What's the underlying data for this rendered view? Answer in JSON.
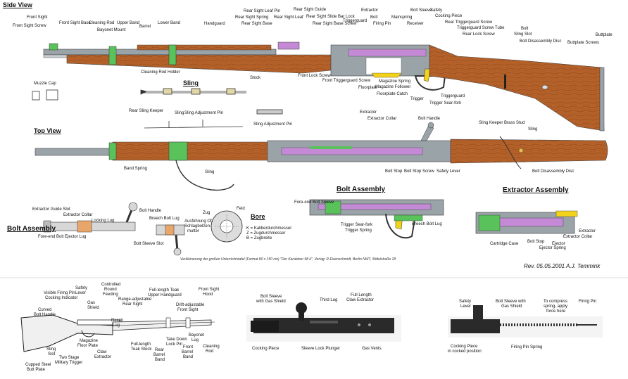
{
  "headings": {
    "side_view": "Side View",
    "top_view": "Top View",
    "sling": "Sling",
    "bolt_assembly_left": "Bolt Assembly",
    "bolt_assembly_center": "Bolt Assembly",
    "extractor_assembly": "Extractor Assembly",
    "bore": "Bore"
  },
  "side_labels": {
    "front_sight": "Front Sight",
    "front_sight_screw": "Front Sight Screw",
    "front_sight_base": "Front Sight Base",
    "cleaning_rod": "Cleaning Rod",
    "upper_band": "Upper Band",
    "bayonet_mount": "Bayonet Mount",
    "barrel": "Barrel",
    "lower_band": "Lower Band",
    "handguard": "Handguard",
    "rear_sight_leaf_pin": "Rear Sight Leaf Pin",
    "rear_sight_guide": "Rear Sight Guide",
    "rear_sight_spring": "Rear Sight Spring",
    "rear_sight_leaf": "Rear Sight Leaf",
    "rear_sight_slide_bar_lock": "Rear Sight Slide Bar Lock",
    "rear_sight_base": "Rear Sight Base",
    "rear_sight_base_screw": "Rear Sight Base Screw",
    "extractor": "Extractor",
    "bolt_sleeve": "Bolt Sleeve",
    "safety": "Safety",
    "cocking_piece": "Cocking Piece",
    "triggerguard": "Triggerguard",
    "bolt": "Bolt",
    "mainspring": "Mainspring",
    "firing_pin": "Firing Pin",
    "receiver": "Receiver",
    "rear_triggerguard_screw": "Rear Triggerguard Screw",
    "triggerguard_screw_tube": "Triggerguard Screw Tube",
    "rear_lock_screw": "Rear Lock Screw",
    "bolt_top": "Bolt",
    "sling_slot": "Sling Slot",
    "bolt_disassembly_disc": "Bolt Disassembly Disc",
    "buttplate": "Buttplate",
    "buttplate_screws": "Buttplate Screws",
    "cleaning_rod_holder": "Cleaning Rod Holder",
    "stock": "Stock",
    "front_lock_screw": "Front Lock Screw",
    "front_triggerguard_screw": "Front Triggerguard Screw",
    "magazine_spring": "Magazine Spring",
    "magazine_follower": "Magazine Follower",
    "floorplate": "Floorplate",
    "floorplate_catch": "Floorplate Catch",
    "trigger": "Trigger",
    "triggerguard_low": "Triggerguard",
    "trigger_sear_fork": "Trigger Sear-fork",
    "muzzle_cap": "Muzzle Cap"
  },
  "sling_labels": {
    "rear_sling_keeper": "Rear Sling Keeper",
    "sling": "Sling",
    "sling_adjustment_pin": "Sling Adjustment Pin",
    "sling_adjustment_pin2": "Sling Adjustment Pin"
  },
  "top_labels": {
    "extractor": "Extractor",
    "extractor_collar": "Extractor Collar",
    "bolt_handle": "Bolt Handle",
    "sling_keeper": "Sling Keeper",
    "brass_stud": "Brass Stud",
    "sling_right": "Sling",
    "band_spring": "Band Spring",
    "sling": "Sling",
    "bolt_stop": "Bolt Stop",
    "bolt_stop_screw": "Bolt Stop Screw",
    "safety_lever": "Safety Lever",
    "bolt_disassembly_disc": "Bolt Disassembly Disc"
  },
  "bolt_left": {
    "extractor_guide_slot": "Extractor Guide Slot",
    "extractor_collar": "Extractor Collar",
    "locking_lug": "Locking Lug",
    "bolt_handle": "Bolt Handle",
    "breech_bolt_lug": "Breech Bolt Lug",
    "fore_end_bolt_ejector_lug": "Fore-end Bolt Ejector Lug",
    "bolt_sleeve_slot": "Bolt Sleeve Slot"
  },
  "bore_labels": {
    "zug": "Zug",
    "feld": "Feld",
    "ausfuhrung": "Ausführung Of.",
    "schlagbolzen": "Schlagbolzen-",
    "mutter": "mutter",
    "k_line": "K = Kaliberdurchmesser",
    "z_line": "Z = Zugdurchmesser",
    "b_line": "B = Zugbreite"
  },
  "bolt_center": {
    "fore_end_bolt_sleeve": "Fore-end Bolt Sleeve",
    "trigger_sear_fork": "Trigger Sear-fork",
    "trigger_spring": "Trigger Spring",
    "breech_bolt_lug": "Breech Bolt Lug"
  },
  "extractor_labels": {
    "cartridge_case": "Cartridge Case",
    "bolt_stop": "Bolt Stop",
    "extractor": "Extractor",
    "extractor_collar": "Extractor Collar",
    "ejector": "Ejector",
    "ejector_spring": "Ejector Spring"
  },
  "notes": {
    "source": "Verkleinerung der großen Unterrichtstafel (Format 80 x 150 cm) \"Der Karabiner 98 k\",     Verlag: R.Eisenschmidt, Berlin NW7, Mittelstraße 18",
    "revision": "Rev. 05.05.2001 A.J. Temmink"
  },
  "small_rifle_labels": {
    "visible_firing_pin": "Visible Firing Pin",
    "cocking_indicator": "Cocking Indicator",
    "safety_lever": "Safety",
    "safety_lever2": "Lever",
    "gas_shield": "Gas",
    "gas_shield2": "Shield",
    "controlled_round": "Controlled",
    "controlled_round2": "Round",
    "controlled_round3": "Feeding",
    "range_adjustable": "Range-adjustable",
    "rear_sight": "Rear Sight",
    "full_length_teak": "Full-length Teak",
    "upper_handguard": "Upper Handguard",
    "front_sight": "Front Sight",
    "hood": "Hood",
    "curved_bolt_handle": "Curved",
    "curved_bolt_handle2": "Bolt Handle",
    "drift_adjustable": "Drift-adjustable",
    "front_sight2": "Front Sight",
    "recoil_lug": "Recoil",
    "recoil_lug2": "Lug",
    "magazine_floor_plate": "Magazine",
    "magazine_floor_plate2": "Floor Plate",
    "take_down_lock_pin": "Take Down",
    "take_down_lock_pin2": "Lock Pin",
    "bayonet_lug": "Bayonet",
    "bayonet_lug2": "Lug",
    "sling_slot": "Sling",
    "sling_slot2": "Slot",
    "two_stage": "Two Stage",
    "military_trigger": "Military Trigger",
    "claw_extractor": "Claw",
    "claw_extractor2": "Extractor",
    "full_length_teak_stock": "Full-length",
    "full_length_teak_stock2": "Teak Stock",
    "rear_barrel_band": "Rear",
    "rear_barrel_band2": "Barrel",
    "rear_barrel_band3": "Band",
    "front_barrel_band": "Front",
    "front_barrel_band2": "Barrel",
    "front_barrel_band3": "Band",
    "cleaning_rod": "Cleaning",
    "cleaning_rod2": "Rod",
    "cupped_steel": "Cupped Steel",
    "butt_plate": "Butt Plate"
  },
  "photo_bolt_labels": {
    "bolt_sleeve": "Bolt Sleeve",
    "with_gas_shield": "with Gas Shield",
    "third_lug": "Third Lug",
    "full_length": "Full Length",
    "claw_extractor": "Claw Extractor",
    "cocking_piece": "Cocking Piece",
    "sleeve_lock_plunger": "Sleeve Lock Plunger",
    "gas_vents": "Gas Vents"
  },
  "photo_firing_labels": {
    "safety": "Safety",
    "lever": "Lever",
    "bolt_sleeve": "Bolt Sleeve with",
    "gas_shield": "Gas Shield",
    "to_compress": "To compress",
    "spring_apply": "spring, apply",
    "force_here": "force here",
    "firing_pin": "Firing Pin",
    "cocking_piece": "Cocking Piece",
    "in_cocked": "in cocked position",
    "firing_pin_spring": "Firing Pin Spring"
  },
  "colors": {
    "wood": "#b5622a",
    "wood_dark": "#8c451b",
    "steel": "#9aa4a8",
    "steel_dark": "#5c6669",
    "green": "#59c25a",
    "purple": "#c48ad6",
    "yellow": "#f2d21b",
    "photo_bg": "#f4f4f4"
  }
}
